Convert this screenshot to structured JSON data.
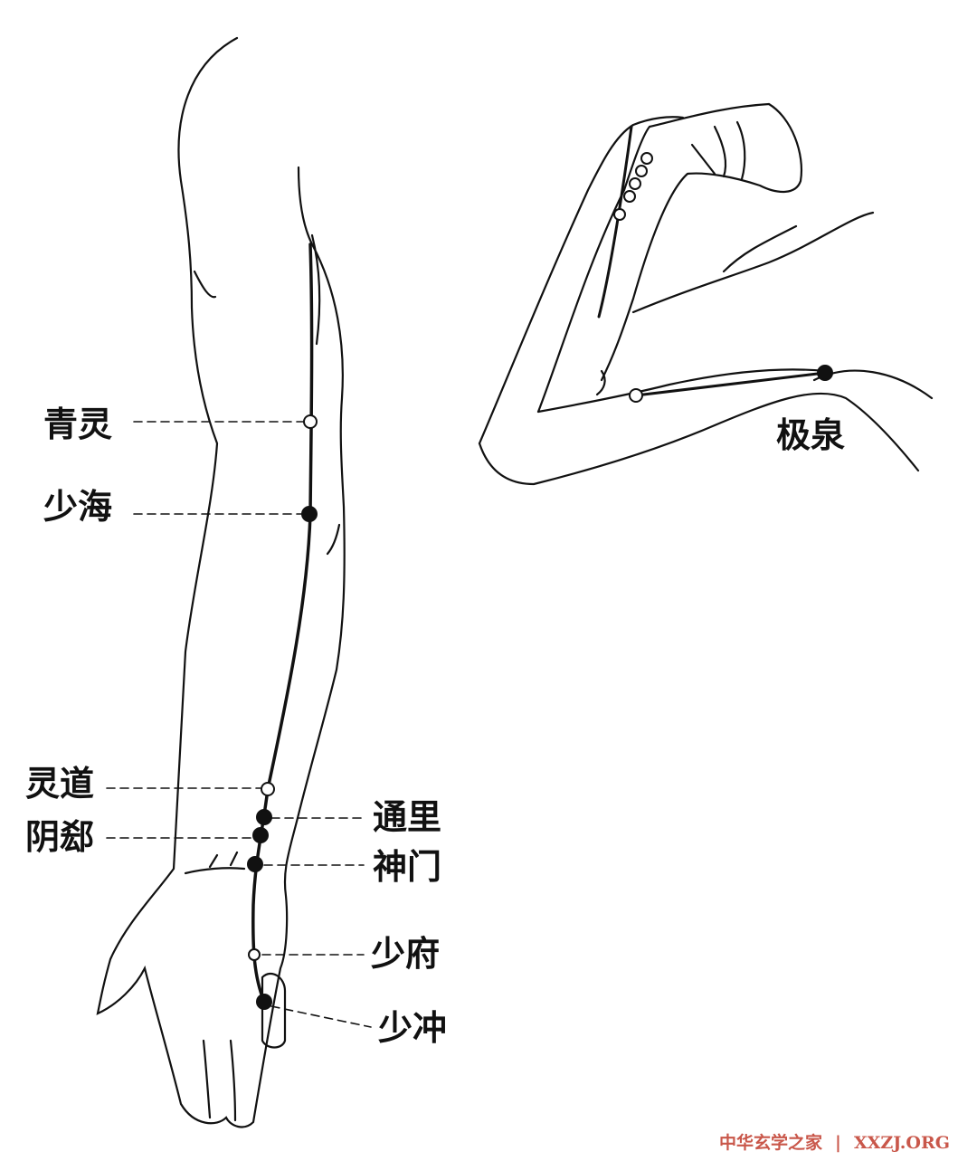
{
  "diagram": {
    "points": [
      {
        "name": "青灵",
        "marker": "open"
      },
      {
        "name": "少海",
        "marker": "filled"
      },
      {
        "name": "灵道",
        "marker": "open"
      },
      {
        "name": "阴郄",
        "marker": "filled"
      },
      {
        "name": "通里",
        "marker": "filled"
      },
      {
        "name": "神门",
        "marker": "filled"
      },
      {
        "name": "少府",
        "marker": "open"
      },
      {
        "name": "少冲",
        "marker": "filled"
      },
      {
        "name": "极泉",
        "marker": "filled"
      }
    ]
  },
  "watermark": {
    "site_name": "中华玄学之家",
    "separator": "|",
    "domain": "XXZJ.ORG",
    "color": "#c9574a"
  }
}
